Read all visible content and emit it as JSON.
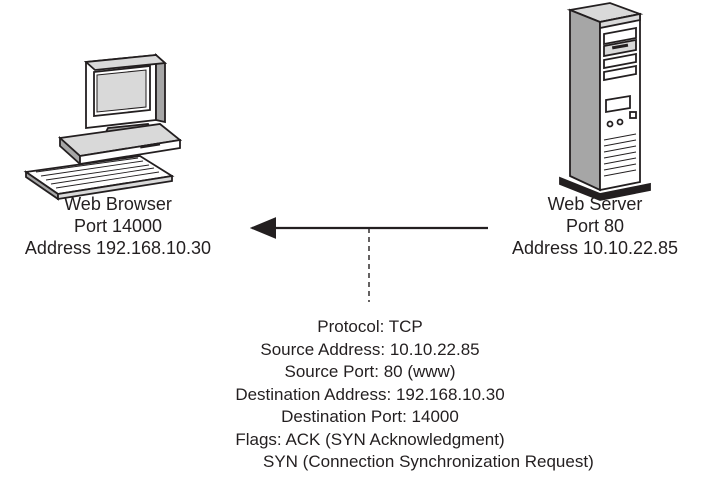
{
  "client": {
    "name": "Web Browser",
    "port": "Port 14000",
    "address": "Address 192.168.10.30"
  },
  "server": {
    "name": "Web Server",
    "port": "Port 80",
    "address": "Address 10.10.22.85"
  },
  "packet": {
    "protocol": "Protocol: TCP",
    "source_address": "Source Address: 10.10.22.85",
    "source_port": "Source Port: 80 (www)",
    "destination_address": "Destination Address: 192.168.10.30",
    "destination_port": "Destination Port: 14000",
    "flags_ack": "Flags: ACK (SYN Acknowledgment)",
    "flags_syn": "SYN (Connection Synchronization Request)"
  },
  "icons": {
    "client": "desktop-computer-icon",
    "server": "tower-server-icon"
  },
  "colors": {
    "ink": "#231f20",
    "fill_light": "#d9d9d9",
    "fill_mid": "#a6a6a6",
    "background": "#ffffff"
  }
}
